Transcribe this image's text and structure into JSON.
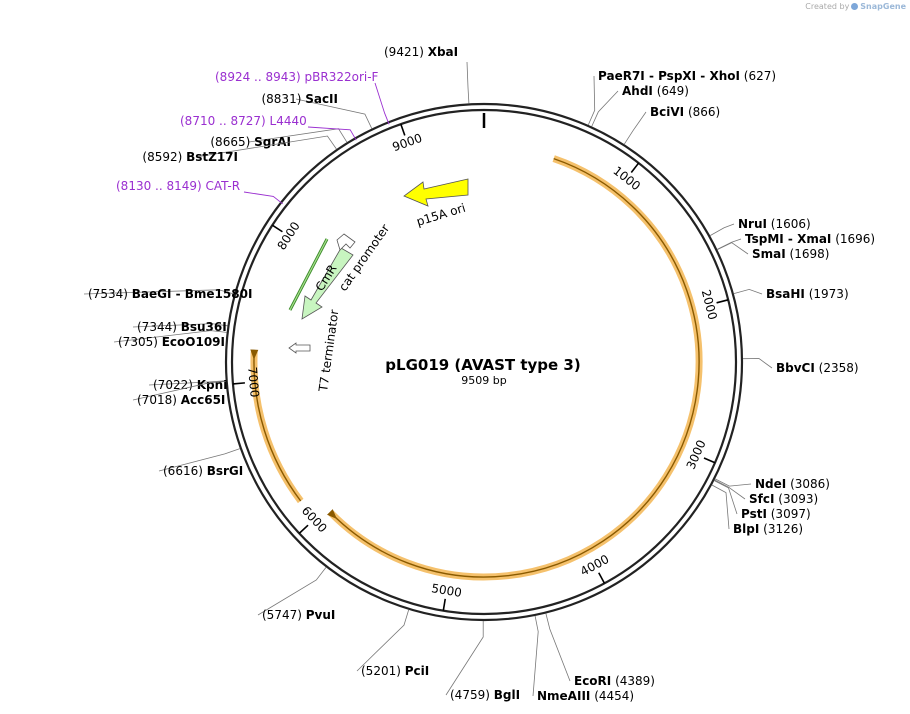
{
  "credit": {
    "created_by": "Created by",
    "brand": "SnapGene"
  },
  "plasmid": {
    "name": "pLG019 (AVAST type 3)",
    "length_bp": 9509,
    "length_label": "9509 bp"
  },
  "ticks": [
    {
      "bp": 1000,
      "label": "1000"
    },
    {
      "bp": 2000,
      "label": "2000"
    },
    {
      "bp": 3000,
      "label": "3000"
    },
    {
      "bp": 4000,
      "label": "4000"
    },
    {
      "bp": 5000,
      "label": "5000"
    },
    {
      "bp": 6000,
      "label": "6000"
    },
    {
      "bp": 7000,
      "label": "7000"
    },
    {
      "bp": 8000,
      "label": "8000"
    },
    {
      "bp": 9000,
      "label": "9000"
    }
  ],
  "sites": [
    {
      "bp": 9421,
      "pos": "(9421)",
      "name": "XbaI"
    },
    {
      "bp": 8831,
      "pos": "(8831)",
      "name": "SacII"
    },
    {
      "bp": 8665,
      "pos": "(8665)",
      "name": "SgrAI"
    },
    {
      "bp": 8592,
      "pos": "(8592)",
      "name": "BstZ17I"
    },
    {
      "bp": 627,
      "pos": "(627)",
      "name": "PaeR7I  - PspXI  - XhoI"
    },
    {
      "bp": 649,
      "pos": "(649)",
      "name": "AhdI"
    },
    {
      "bp": 866,
      "pos": "(866)",
      "name": "BciVI"
    },
    {
      "bp": 1606,
      "pos": "(1606)",
      "name": "NruI"
    },
    {
      "bp": 1696,
      "pos": "(1696)",
      "name": "TspMI  - XmaI"
    },
    {
      "bp": 1698,
      "pos": "(1698)",
      "name": "SmaI"
    },
    {
      "bp": 1973,
      "pos": "(1973)",
      "name": "BsaHI"
    },
    {
      "bp": 2358,
      "pos": "(2358)",
      "name": "BbvCI"
    },
    {
      "bp": 3086,
      "pos": "(3086)",
      "name": "NdeI"
    },
    {
      "bp": 3093,
      "pos": "(3093)",
      "name": "SfcI"
    },
    {
      "bp": 3097,
      "pos": "(3097)",
      "name": "PstI"
    },
    {
      "bp": 3126,
      "pos": "(3126)",
      "name": "BlpI"
    },
    {
      "bp": 4389,
      "pos": "(4389)",
      "name": "EcoRI"
    },
    {
      "bp": 4454,
      "pos": "(4454)",
      "name": "NmeAIII"
    },
    {
      "bp": 4759,
      "pos": "(4759)",
      "name": "BglI"
    },
    {
      "bp": 5201,
      "pos": "(5201)",
      "name": "PciI"
    },
    {
      "bp": 5747,
      "pos": "(5747)",
      "name": "PvuI"
    },
    {
      "bp": 6616,
      "pos": "(6616)",
      "name": "BsrGI"
    },
    {
      "bp": 7022,
      "pos": "(7022)",
      "name": "KpnI"
    },
    {
      "bp": 7018,
      "pos": "(7018)",
      "name": "Acc65I"
    },
    {
      "bp": 7344,
      "pos": "(7344)",
      "name": "Bsu36I"
    },
    {
      "bp": 7305,
      "pos": "(7305)",
      "name": "EcoO109I"
    },
    {
      "bp": 7534,
      "pos": "(7534)",
      "name": "BaeGI  - Bme1580I"
    }
  ],
  "primers": [
    {
      "range": "(8924 .. 8943)",
      "name": "pBR322ori-F",
      "bp": 8934
    },
    {
      "range": "(8710 .. 8727)",
      "name": "L4440",
      "bp": 8718
    },
    {
      "range": "(8130 .. 8149)",
      "name": "CAT-R",
      "bp": 8140
    }
  ],
  "features": [
    {
      "name": "p15A ori",
      "color": "#ffff00"
    },
    {
      "name": "CmR",
      "color": "#c8f5c0"
    },
    {
      "name": "cat promoter",
      "color": "#ffffff"
    },
    {
      "name": "T7 terminator",
      "color": "#ffffff"
    }
  ],
  "colors": {
    "backbone": "#222222",
    "highlight": "#f5c16c",
    "primer": "#9a2fd0",
    "ori": "#ffff00",
    "cmr": "#c8f5c0"
  }
}
